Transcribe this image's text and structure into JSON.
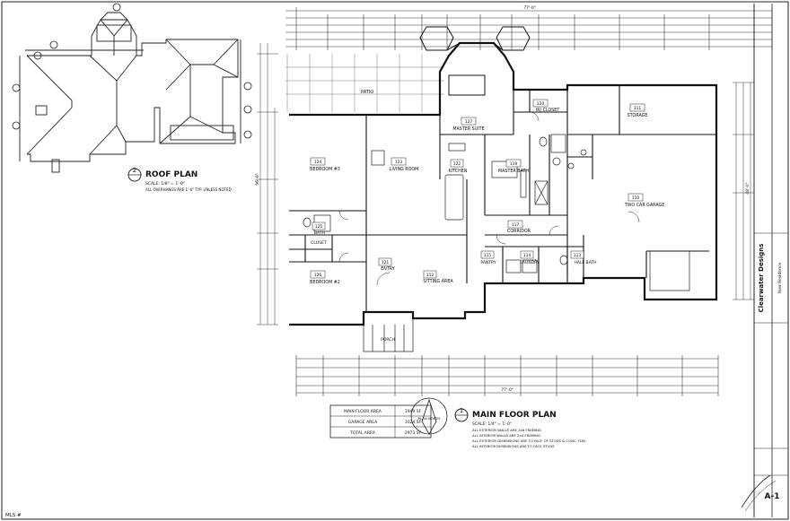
{
  "roof_plan": {
    "number": "2",
    "title": "ROOF PLAN",
    "scale": "SCALE: 1/8\" = 1'-0\"",
    "note": "ALL OVERHANGS ARE 1'-6\" TYP. UNLESS NOTED"
  },
  "main_plan": {
    "number": "1",
    "title": "MAIN FLOOR PLAN",
    "scale": "SCALE: 1/4\" = 1'-0\"",
    "notes": [
      "ALL EXTERIOR WALLS ARE 2x6 FRAMING",
      "ALL INTERIOR WALLS ARE 2x4 FRAMING",
      "ALL EXTERIOR DIMENSIONS ARE TO FACE OF STUDS & CONC. FDN.",
      "ALL INTERIOR DIMENSIONS ARE TO FACE STUDS"
    ]
  },
  "rooms": {
    "patio": "PATIO",
    "master_suite_num": "127",
    "master_suite": "MASTER SUITE",
    "closet_num": "120",
    "closet": "W/ CLOSET",
    "storage_num": "111",
    "storage": "STORAGE",
    "bedroom3_num": "124",
    "bedroom3": "BEDROOM #3",
    "living_num": "123",
    "living": "LIVING ROOM",
    "kitchen_num": "122",
    "kitchen": "KITCHEN",
    "master_bath_num": "119",
    "master_bath": "MASTER BATH",
    "garage_num": "110",
    "garage": "TWO CAR GARAGE",
    "bath_num": "125",
    "bath": "BATH",
    "linen_closet": "CLOSET",
    "corridor_num": "117",
    "corridor": "CORRIDOR",
    "bedroom2_num": "126",
    "bedroom2": "BEDROOM #2",
    "entry_num": "121",
    "entry": "ENTRY",
    "sitting_num": "112",
    "sitting": "SITTING AREA",
    "pantry_num": "115",
    "pantry": "PANTRY",
    "laundry_num": "114",
    "laundry": "LAUNDRY",
    "half_bath_num": "113",
    "half_bath": "HALF BATH",
    "porch": "PORCH"
  },
  "area_table": [
    {
      "label": "MAIN FLOOR AREA",
      "value": "1949 SF"
    },
    {
      "label": "GARAGE AREA",
      "value": "1024 SF"
    },
    {
      "label": "TOTAL AREA",
      "value": "2973 SF"
    }
  ],
  "north_arrow": "PLAN NORTH",
  "title_block": {
    "designer": "Clearwater Designs",
    "project": "New Residence",
    "sheet": "A-1"
  },
  "stamp": "MLS #",
  "dimensions": {
    "top_overall": "77'-0\"",
    "bottom_overall": "77'-0\"",
    "left_overall": "56'-6\"",
    "right_overall": "48'-0\""
  }
}
